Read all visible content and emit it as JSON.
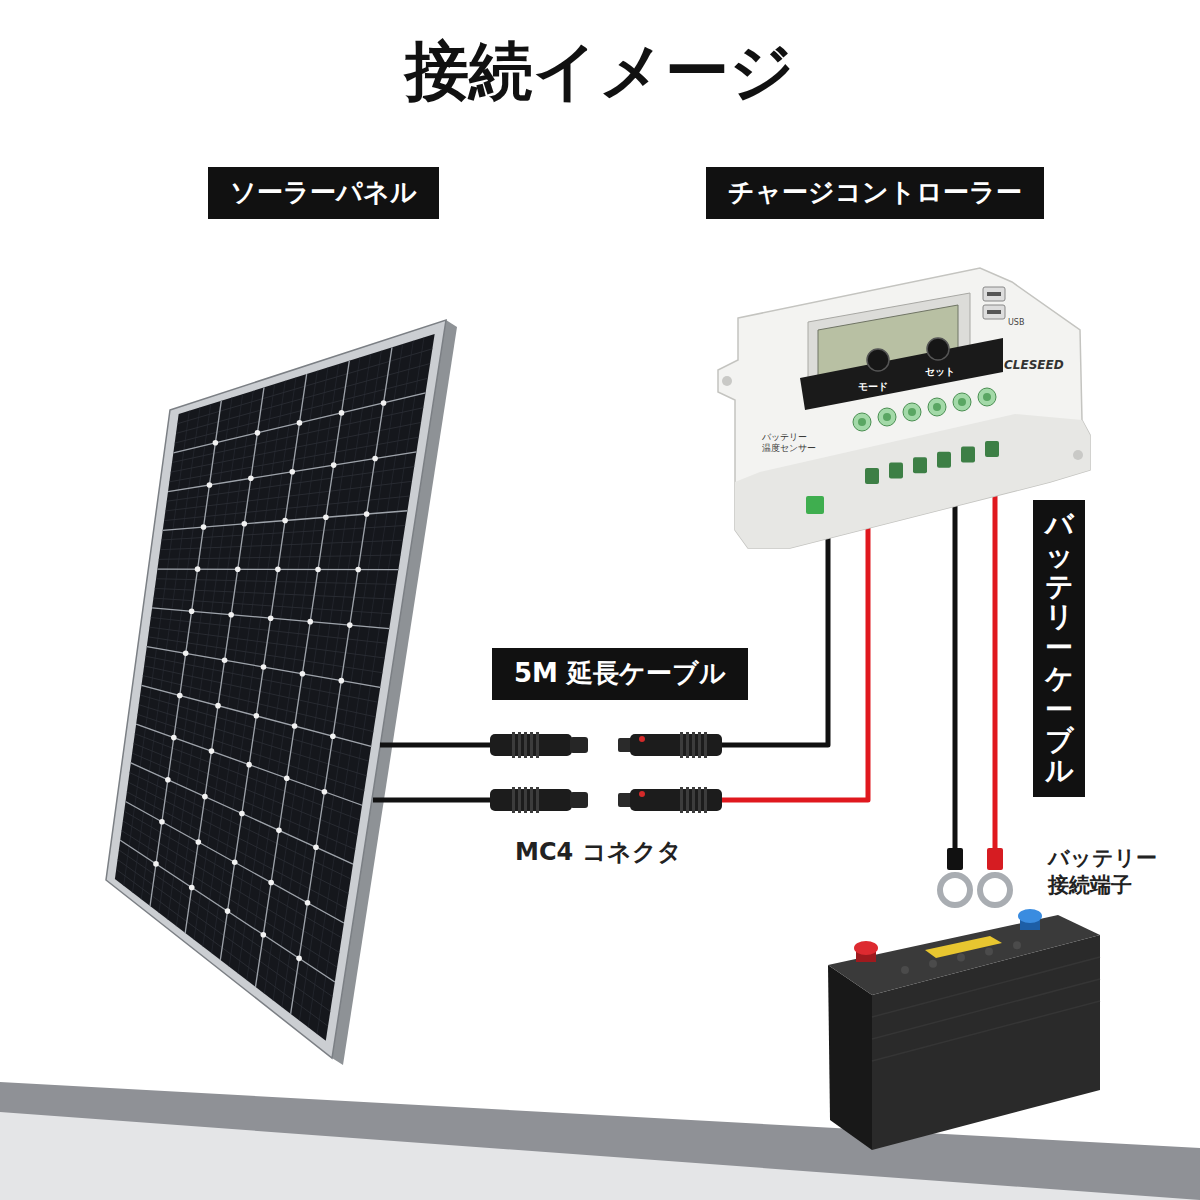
{
  "diagram": {
    "title": "接続イメージ",
    "nodes": [
      {
        "text": [
          "ソーラーパネル"
        ]
      },
      {
        "text": [
          "チャージコントローラー"
        ]
      },
      {
        "text": [
          "5M 延長ケーブル"
        ]
      },
      {
        "text": [
          "バッテリーケーブル"
        ]
      }
    ],
    "labels": [
      "MC4 コネクタ",
      "バッテリー 接続端子",
      "CLESEED",
      "モード",
      "セット",
      "USB",
      "バッテリー 温度センサー"
    ]
  }
}
